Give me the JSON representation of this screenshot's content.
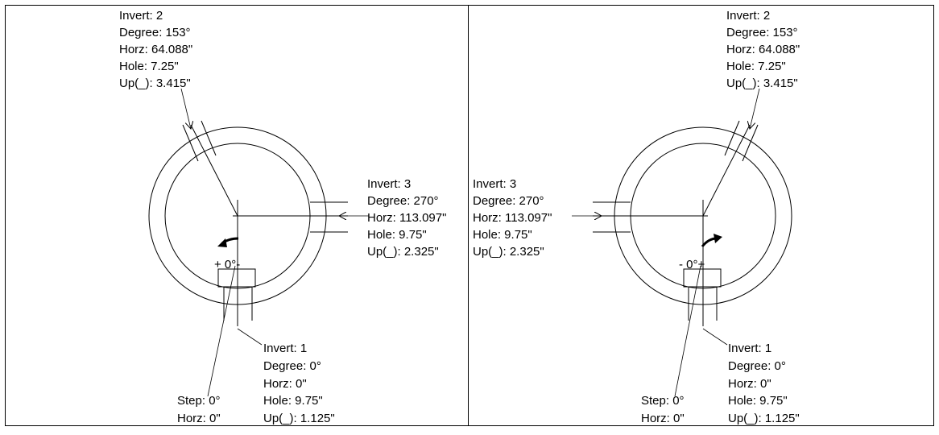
{
  "panels": [
    {
      "orientation": "left",
      "invert2": {
        "invert": "Invert: 2",
        "degree": "Degree: 153°",
        "horz": "Horz: 64.088\"",
        "hole": "Hole: 7.25\"",
        "up": "Up(_): 3.415\""
      },
      "invert3": {
        "invert": "Invert: 3",
        "degree": "Degree: 270°",
        "horz": "Horz: 113.097\"",
        "hole": "Hole: 9.75\"",
        "up": "Up(_): 2.325\""
      },
      "invert1": {
        "invert": "Invert: 1",
        "degree": "Degree: 0°",
        "horz": "Horz: 0\"",
        "hole": "Hole: 9.75\"",
        "up": "Up(_): 1.125\""
      },
      "step": {
        "step": "Step: 0°",
        "horz": "Horz: 0\""
      },
      "zero_marker": "+ 0°-"
    },
    {
      "orientation": "right",
      "invert2": {
        "invert": "Invert: 2",
        "degree": "Degree: 153°",
        "horz": "Horz: 64.088\"",
        "hole": "Hole: 7.25\"",
        "up": "Up(_): 3.415\""
      },
      "invert3": {
        "invert": "Invert: 3",
        "degree": "Degree: 270°",
        "horz": "Horz: 113.097\"",
        "hole": "Hole: 9.75\"",
        "up": "Up(_): 2.325\""
      },
      "invert1": {
        "invert": "Invert: 1",
        "degree": "Degree: 0°",
        "horz": "Horz: 0\"",
        "hole": "Hole: 9.75\"",
        "up": "Up(_): 1.125\""
      },
      "step": {
        "step": "Step: 0°",
        "horz": "Horz: 0\""
      },
      "zero_marker": "- 0°+"
    }
  ]
}
